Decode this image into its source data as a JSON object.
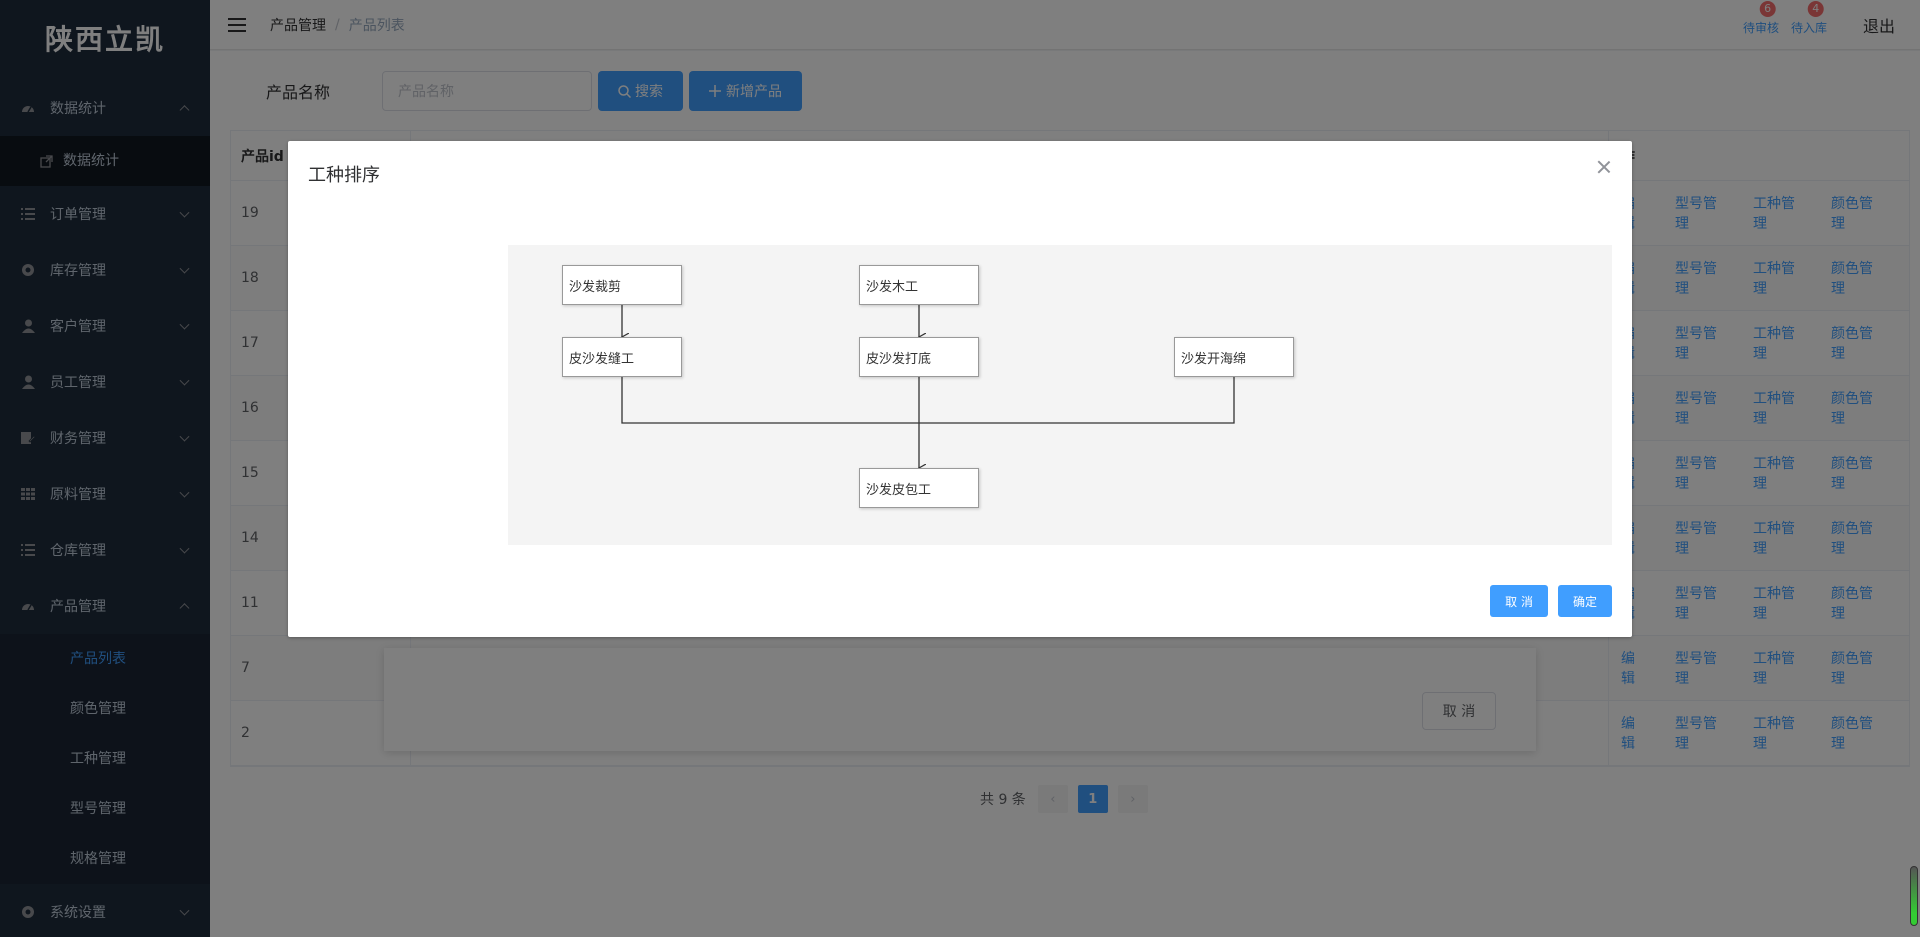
{
  "sidebar": {
    "logo": "陕西立凯",
    "menu": [
      {
        "label": "数据统计",
        "icon": "dashboard-icon",
        "expanded": true,
        "children": [
          {
            "label": "数据统计",
            "icon": "external-link-icon"
          }
        ]
      },
      {
        "label": "订单管理",
        "icon": "list-icon"
      },
      {
        "label": "库存管理",
        "icon": "chart-icon"
      },
      {
        "label": "客户管理",
        "icon": "user-icon"
      },
      {
        "label": "员工管理",
        "icon": "user-icon"
      },
      {
        "label": "财务管理",
        "icon": "edit-icon"
      },
      {
        "label": "原料管理",
        "icon": "table-icon"
      },
      {
        "label": "仓库管理",
        "icon": "list-icon"
      },
      {
        "label": "产品管理",
        "icon": "dashboard-icon",
        "expanded": true,
        "children": [
          {
            "label": "产品列表",
            "active": true
          },
          {
            "label": "颜色管理"
          },
          {
            "label": "工种管理"
          },
          {
            "label": "型号管理"
          },
          {
            "label": "规格管理"
          }
        ]
      },
      {
        "label": "系统设置",
        "icon": "chart-icon"
      }
    ]
  },
  "header": {
    "breadcrumb": [
      "产品管理",
      "产品列表"
    ],
    "separator": "/",
    "notices": [
      {
        "label": "待审核",
        "count": "6"
      },
      {
        "label": "待入库",
        "count": "4"
      }
    ],
    "logout": "退出"
  },
  "search": {
    "label": "产品名称",
    "placeholder": "产品名称",
    "search_button": "搜索",
    "add_button": "新增产品"
  },
  "table": {
    "id_header": "产品id",
    "ops_header": "作",
    "rows": [
      "19",
      "18",
      "17",
      "16",
      "15",
      "14",
      "11",
      "7",
      "2"
    ],
    "actions": [
      "编辑",
      "型号管理",
      "工种管理",
      "颜色管理"
    ]
  },
  "pagination": {
    "total": "共 9 条",
    "page": "1",
    "prev": "‹",
    "next": "›"
  },
  "under_dialog": {
    "cancel": "取 消"
  },
  "modal": {
    "title": "工种排序",
    "nodes": {
      "n1": "沙发裁剪",
      "n2": "沙发木工",
      "n3": "皮沙发缝工",
      "n4": "皮沙发打底",
      "n5": "沙发开海绵",
      "n6": "沙发皮包工"
    },
    "cancel": "取 消",
    "confirm": "确定"
  },
  "colors": {
    "sidebar_bg": "#1f2d3d",
    "primary": "#409eff",
    "badge": "#f56c6c"
  }
}
